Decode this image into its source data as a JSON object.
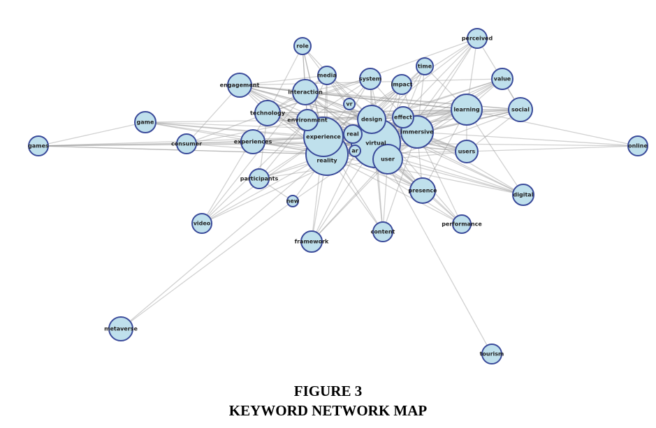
{
  "figure_label": "FIGURE 3",
  "figure_title": "KEYWORD NETWORK MAP",
  "colors": {
    "node_fill": "#bfe0ec",
    "node_stroke": "#3a4a9a",
    "edge": "#9a9a9a"
  },
  "nodes": [
    "role",
    "perceived",
    "time",
    "media",
    "system",
    "impact",
    "value",
    "engagement",
    "interaction",
    "vr",
    "learning",
    "social",
    "technology",
    "design",
    "effect",
    "environment",
    "game",
    "immersive",
    "experience",
    "real",
    "games",
    "consumer",
    "experiences",
    "virtual",
    "ar",
    "reality",
    "users",
    "user",
    "online",
    "participants",
    "presence",
    "digital",
    "new",
    "video",
    "performance",
    "content",
    "framework",
    "metaverse",
    "tourism"
  ],
  "links": {
    "virtual": [
      "role",
      "perceived",
      "time",
      "media",
      "system",
      "impact",
      "value",
      "engagement",
      "interaction",
      "vr",
      "learning",
      "social",
      "technology",
      "design",
      "effect",
      "environment",
      "game",
      "immersive",
      "experience",
      "real",
      "games",
      "consumer",
      "experiences",
      "ar",
      "reality",
      "users",
      "user",
      "online",
      "participants",
      "presence",
      "digital",
      "new",
      "video",
      "performance",
      "content",
      "framework",
      "tourism"
    ],
    "reality": [
      "role",
      "perceived",
      "time",
      "media",
      "system",
      "impact",
      "value",
      "engagement",
      "interaction",
      "learning",
      "social",
      "technology",
      "design",
      "effect",
      "environment",
      "game",
      "immersive",
      "experience",
      "games",
      "consumer",
      "experiences",
      "users",
      "user",
      "participants",
      "presence",
      "digital",
      "new",
      "video",
      "performance",
      "content",
      "framework",
      "metaverse"
    ],
    "experience": [
      "role",
      "perceived",
      "media",
      "system",
      "impact",
      "value",
      "engagement",
      "interaction",
      "learning",
      "social",
      "technology",
      "design",
      "effect",
      "game",
      "immersive",
      "consumer",
      "experiences",
      "users",
      "user",
      "participants",
      "presence",
      "digital",
      "video",
      "performance",
      "content",
      "framework"
    ],
    "immersive": [
      "perceived",
      "time",
      "media",
      "system",
      "impact",
      "value",
      "engagement",
      "interaction",
      "learning",
      "social",
      "technology",
      "design",
      "effect",
      "environment",
      "game",
      "experiences",
      "users",
      "user",
      "presence",
      "digital",
      "performance",
      "content",
      "framework",
      "online"
    ],
    "design": [
      "role",
      "time",
      "media",
      "system",
      "impact",
      "value",
      "engagement",
      "interaction",
      "learning",
      "social",
      "technology",
      "effect",
      "environment",
      "users",
      "user",
      "presence",
      "digital",
      "performance",
      "content",
      "framework"
    ],
    "user": [
      "perceived",
      "time",
      "system",
      "impact",
      "value",
      "engagement",
      "interaction",
      "learning",
      "social",
      "technology",
      "effect",
      "environment",
      "game",
      "experiences",
      "users",
      "presence",
      "digital",
      "performance",
      "content",
      "framework",
      "participants"
    ],
    "interaction": [
      "role",
      "media",
      "system",
      "engagement",
      "learning",
      "social",
      "technology",
      "environment",
      "users",
      "presence",
      "digital",
      "video"
    ],
    "technology": [
      "role",
      "perceived",
      "media",
      "system",
      "engagement",
      "learning",
      "social",
      "consumer",
      "users",
      "presence",
      "video",
      "participants"
    ],
    "environment": [
      "role",
      "media",
      "system",
      "engagement",
      "learning",
      "social",
      "game",
      "consumer",
      "users",
      "presence",
      "video",
      "participants"
    ],
    "learning": [
      "perceived",
      "time",
      "value",
      "social",
      "engagement",
      "effect",
      "users",
      "presence",
      "digital"
    ],
    "engagement": [
      "media",
      "social",
      "value",
      "learning",
      "consumer",
      "users"
    ],
    "games": [
      "game",
      "consumer",
      "experiences",
      "experience",
      "reality"
    ],
    "online": [
      "users",
      "learning"
    ],
    "new": [
      "metaverse",
      "participants"
    ],
    "social": [
      "value",
      "perceived",
      "users"
    ]
  }
}
